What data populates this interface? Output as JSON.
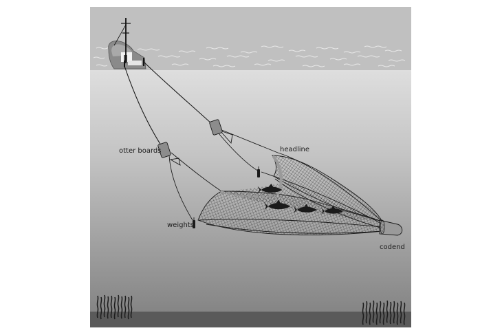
{
  "diagram": {
    "type": "illustration",
    "subject": "otter trawl fishing net towed by a boat",
    "labels": {
      "otter_boards": "otter boards",
      "headline": "headline",
      "weights": "weights",
      "codend": "codend"
    },
    "colors": {
      "sky": "#c0c0c0",
      "surface_band": "#b8b8b8",
      "water_top": "#dcdcdc",
      "water_bottom": "#888888",
      "seabed": "#5a5a5a",
      "otter_board_fill": "#8c8c8c",
      "float_fill": "#9a9a9a",
      "fish_fill": "#1a1a1a",
      "rope": "#1a1a1a"
    }
  }
}
